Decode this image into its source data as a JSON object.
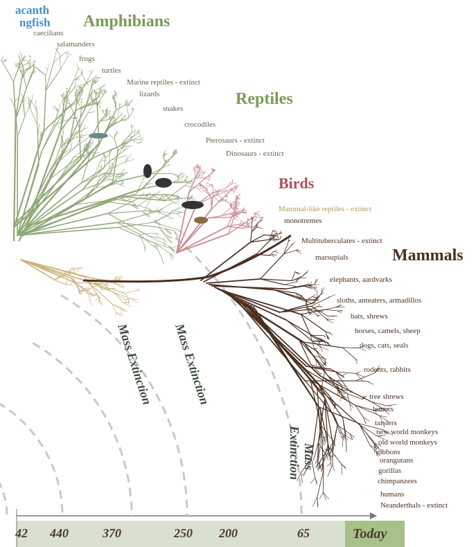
{
  "top_left": {
    "line1": "acanth",
    "line2": "ngfish"
  },
  "groups": {
    "amphibians": "Amphibians",
    "reptiles": "Reptiles",
    "birds": "Birds",
    "mammals": "Mammals"
  },
  "labels": [
    {
      "text": "caecilians",
      "kind": "amph-l"
    },
    {
      "text": "salamanders",
      "kind": "amph-l"
    },
    {
      "text": "frogs",
      "kind": "amph-l"
    },
    {
      "text": "turtles",
      "kind": "rep-l"
    },
    {
      "text": "Marine reptiles - extinct",
      "kind": "rep-l"
    },
    {
      "text": "lizards",
      "kind": "rep-l"
    },
    {
      "text": "snakes",
      "kind": "rep-l"
    },
    {
      "text": "crocodiles",
      "kind": "rep-l"
    },
    {
      "text": "Pterosaurs - extinct",
      "kind": "rep-l"
    },
    {
      "text": "Dinosaurs - extinct",
      "kind": "rep-l"
    },
    {
      "text": "Mammal-like reptiles - extinct",
      "kind": "mlr-l"
    },
    {
      "text": "monotremes",
      "kind": "mam-l"
    },
    {
      "text": "Multituberculates - extinct",
      "kind": "mam-l"
    },
    {
      "text": "marsupials",
      "kind": "mam-l"
    },
    {
      "text": "elephants, aardvarks",
      "kind": "mam-l"
    },
    {
      "text": "sloths, anteaters, armadillos",
      "kind": "mam-l"
    },
    {
      "text": "bats, shrews",
      "kind": "mam-l"
    },
    {
      "text": "horses, camels, sheep",
      "kind": "mam-l"
    },
    {
      "text": "dogs, cats, seals",
      "kind": "mam-l"
    },
    {
      "text": "rodents, rabbits",
      "kind": "mam-l"
    },
    {
      "text": "tree shrews",
      "kind": "mam-l"
    },
    {
      "text": "lemurs",
      "kind": "mam-l"
    },
    {
      "text": "tarsiers",
      "kind": "mam-l"
    },
    {
      "text": "new world monkeys",
      "kind": "mam-l"
    },
    {
      "text": "old world monkeys",
      "kind": "mam-l"
    },
    {
      "text": "gibbons",
      "kind": "mam-l"
    },
    {
      "text": "orangutans",
      "kind": "mam-l"
    },
    {
      "text": "gorillas",
      "kind": "mam-l"
    },
    {
      "text": "chimpanzees",
      "kind": "mam-l"
    },
    {
      "text": "humans",
      "kind": "mam-l"
    },
    {
      "text": "Neanderthals - extinct",
      "kind": "mam-l"
    }
  ],
  "extinctions": [
    "Mass Extinction",
    "Mass Extinction",
    "Mass",
    "Extinction"
  ],
  "timeline": [
    "42",
    "440",
    "370",
    "250",
    "200",
    "65",
    "Today"
  ],
  "colors": {
    "amphibian_reptile": "#8fa878",
    "bird": "#c98a90",
    "mammal": "#4a3020",
    "mammal_like": "#c9b27a",
    "timeline_bar": "#d9e0cf",
    "today_bar": "#a8c08a"
  }
}
